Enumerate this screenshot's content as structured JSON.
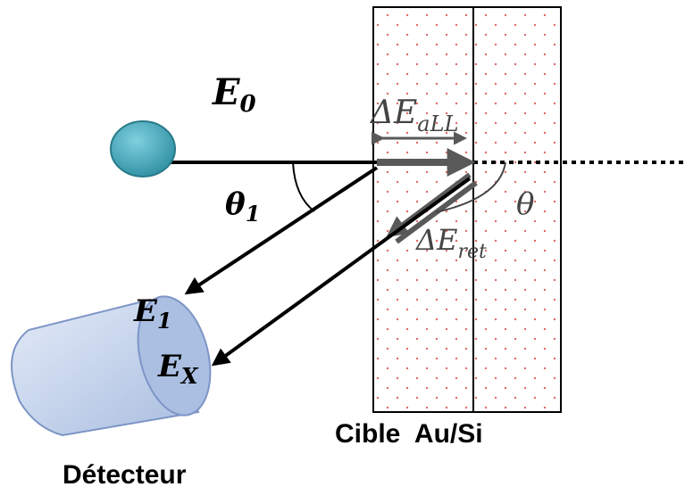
{
  "labels": {
    "incident_energy": "E",
    "incident_energy_sub": "0",
    "scatter_angle_1": "θ",
    "scatter_angle_1_sub": "1",
    "scatter_angle": "θ",
    "loss_in": "ΔE",
    "loss_in_sub": "aLL",
    "loss_out": "ΔE",
    "loss_out_sub": "ret",
    "detected_energy_1": "E",
    "detected_energy_1_sub": "1",
    "detected_energy_x": "E",
    "detected_energy_x_sub": "X",
    "target": "Cible  Au/Si",
    "detector": "Détecteur"
  },
  "colors": {
    "beam": "#000000",
    "inner_arrow": "#595959",
    "target_dots": "#e06a6a",
    "particle_fill": "#3aa5b8",
    "particle_stroke": "#2a7a88",
    "detector_fill": "#c6d4ec",
    "detector_face": "#aabfe2",
    "detector_stroke": "#7d95c6"
  }
}
